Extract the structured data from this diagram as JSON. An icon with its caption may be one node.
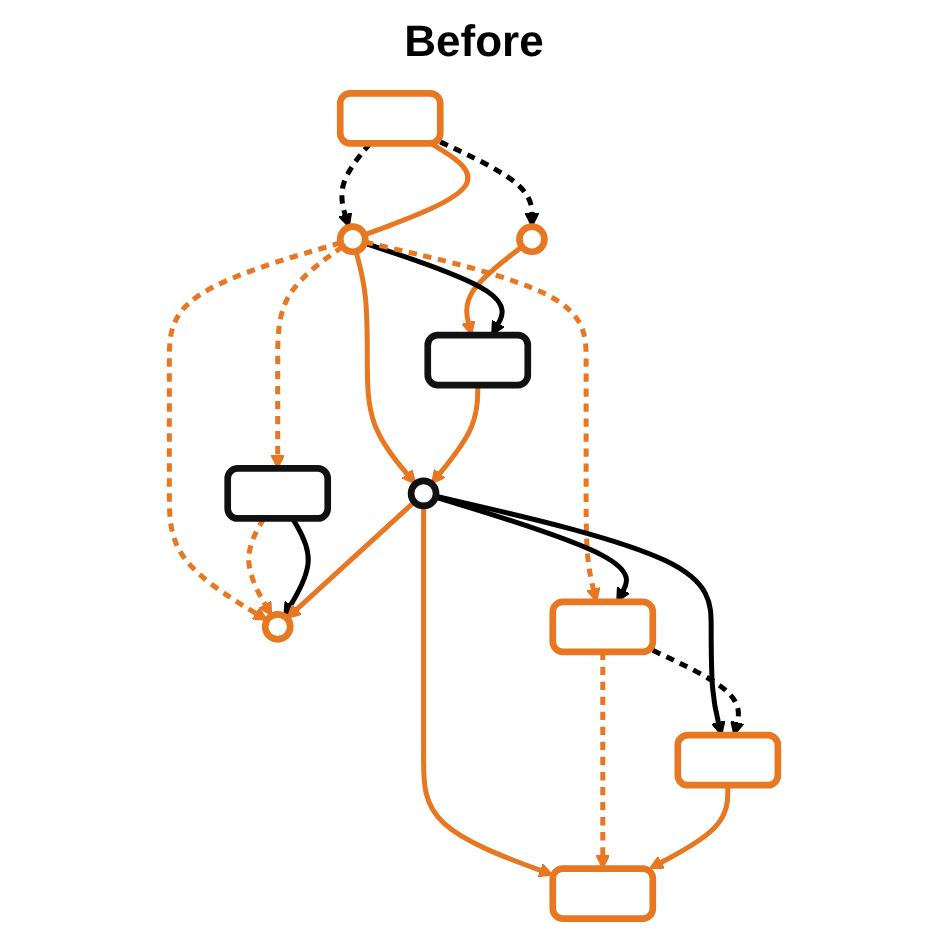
{
  "diagram": {
    "title": "Before",
    "nodes": [
      {
        "text": [],
        "shape": "box"
      },
      {
        "text": [],
        "shape": "circle"
      },
      {
        "text": [],
        "shape": "circle"
      },
      {
        "text": [],
        "shape": "box"
      },
      {
        "text": [],
        "shape": "box"
      },
      {
        "text": [],
        "shape": "circle"
      },
      {
        "text": [],
        "shape": "circle"
      },
      {
        "text": [],
        "shape": "box"
      },
      {
        "text": [],
        "shape": "box"
      },
      {
        "text": [],
        "shape": "box"
      }
    ],
    "edges": [
      {
        "from": 0,
        "to": 1,
        "arrow": "to",
        "style": "dashed",
        "color": "#000000"
      },
      {
        "from": 0,
        "to": 2,
        "arrow": "to",
        "style": "dashed",
        "color": "#000000"
      },
      {
        "from": 0,
        "to": 2,
        "arrow": "none"
      },
      {
        "from": 1,
        "to": 4,
        "arrow": "to"
      },
      {
        "from": 2,
        "to": 4,
        "arrow": "to",
        "color": "#000000"
      },
      {
        "from": 2,
        "to": 3,
        "arrow": "to",
        "style": "dashed"
      },
      {
        "from": 2,
        "to": 7,
        "arrow": "to",
        "style": "dashed"
      },
      {
        "from": 2,
        "to": 5,
        "arrow": "to",
        "style": "dashed"
      },
      {
        "from": 2,
        "to": 6,
        "arrow": "to"
      },
      {
        "from": 3,
        "to": 5,
        "arrow": "to",
        "style": "dashed"
      },
      {
        "from": 3,
        "to": 5,
        "arrow": "to",
        "color": "#000000"
      },
      {
        "from": 4,
        "to": 6,
        "arrow": "to"
      },
      {
        "from": 6,
        "to": 7,
        "arrow": "to",
        "color": "#000000"
      },
      {
        "from": 6,
        "to": 5,
        "arrow": "to"
      },
      {
        "from": 6,
        "to": 8,
        "arrow": "to",
        "color": "#000000"
      },
      {
        "from": 6,
        "to": 9,
        "arrow": "to"
      },
      {
        "from": 7,
        "to": 9,
        "arrow": "to",
        "style": "dashed"
      },
      {
        "from": 7,
        "to": 8,
        "arrow": "to",
        "style": "dashed",
        "color": "#000000"
      },
      {
        "from": 8,
        "to": 9,
        "arrow": "to"
      }
    ]
  }
}
